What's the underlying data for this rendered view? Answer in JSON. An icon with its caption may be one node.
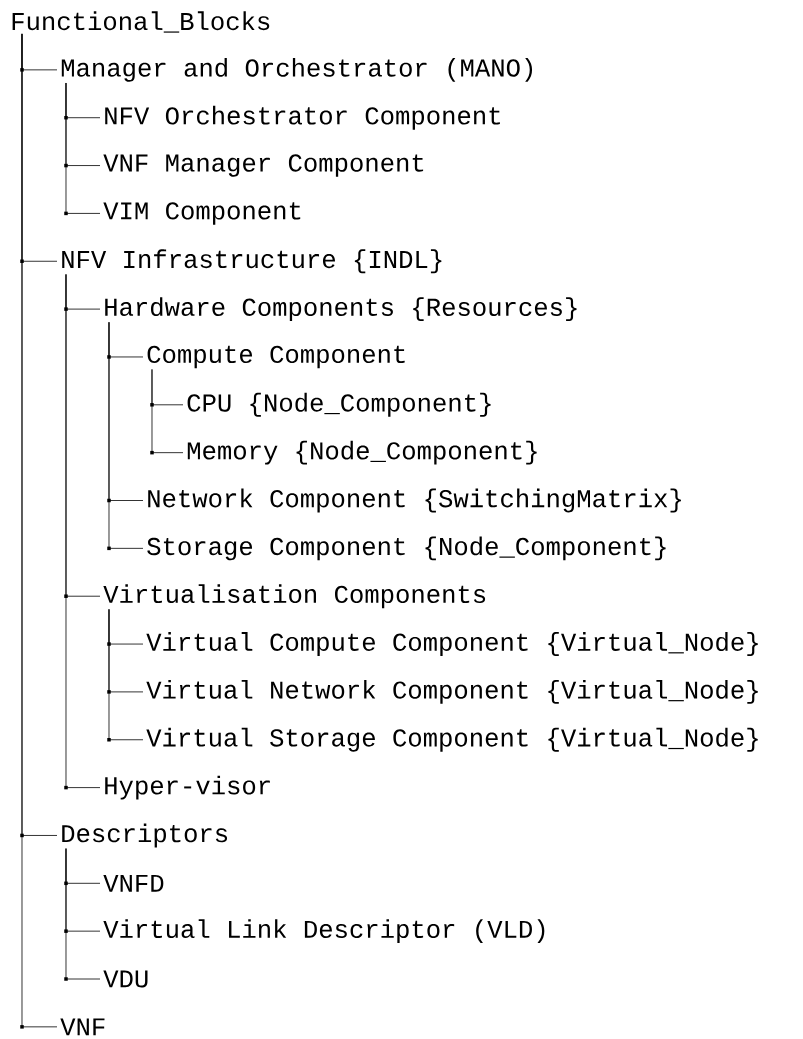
{
  "diagram": {
    "nodes": [
      {
        "text": [
          "Functional_Blocks"
        ]
      },
      {
        "text": [
          "Manager and Orchestrator (MANO)"
        ]
      },
      {
        "text": [
          "NFV Orchestrator Component"
        ]
      },
      {
        "text": [
          "VNF Manager Component"
        ]
      },
      {
        "text": [
          "VIM Component"
        ]
      },
      {
        "text": [
          "NFV Infrastructure {INDL}"
        ]
      },
      {
        "text": [
          "Hardware Components {Resources}"
        ]
      },
      {
        "text": [
          "Compute Component"
        ]
      },
      {
        "text": [
          "CPU {Node_Component}"
        ]
      },
      {
        "text": [
          "Memory {Node_Component}"
        ]
      },
      {
        "text": [
          "Network Component {SwitchingMatrix}"
        ]
      },
      {
        "text": [
          "Storage Component {Node_Component}"
        ]
      },
      {
        "text": [
          "Virtualisation Components"
        ]
      },
      {
        "text": [
          "Virtual Compute Component {Virtual_Node}"
        ]
      },
      {
        "text": [
          "Virtual Network Component {Virtual_Node}"
        ]
      },
      {
        "text": [
          "Virtual Storage Component {Virtual_Node}"
        ]
      },
      {
        "text": [
          "Hyper-visor"
        ]
      },
      {
        "text": [
          "Descriptors"
        ]
      },
      {
        "text": [
          "VNFD"
        ]
      },
      {
        "text": [
          "Virtual Link Descriptor (VLD)"
        ]
      },
      {
        "text": [
          "VDU"
        ]
      },
      {
        "text": [
          "VNF"
        ]
      }
    ],
    "edges": [
      {
        "from": 0,
        "to": 1,
        "arrow": "none"
      },
      {
        "from": 1,
        "to": 2,
        "arrow": "none"
      },
      {
        "from": 1,
        "to": 3,
        "arrow": "none"
      },
      {
        "from": 1,
        "to": 4,
        "arrow": "none"
      },
      {
        "from": 0,
        "to": 5,
        "arrow": "none"
      },
      {
        "from": 5,
        "to": 6,
        "arrow": "none"
      },
      {
        "from": 6,
        "to": 7,
        "arrow": "none"
      },
      {
        "from": 7,
        "to": 8,
        "arrow": "none"
      },
      {
        "from": 7,
        "to": 9,
        "arrow": "none"
      },
      {
        "from": 6,
        "to": 10,
        "arrow": "none"
      },
      {
        "from": 6,
        "to": 11,
        "arrow": "none"
      },
      {
        "from": 5,
        "to": 12,
        "arrow": "none"
      },
      {
        "from": 12,
        "to": 13,
        "arrow": "none"
      },
      {
        "from": 12,
        "to": 14,
        "arrow": "none"
      },
      {
        "from": 12,
        "to": 15,
        "arrow": "none"
      },
      {
        "from": 5,
        "to": 16,
        "arrow": "none"
      },
      {
        "from": 0,
        "to": 17,
        "arrow": "none"
      },
      {
        "from": 17,
        "to": 18,
        "arrow": "none"
      },
      {
        "from": 17,
        "to": 19,
        "arrow": "none"
      },
      {
        "from": 17,
        "to": 20,
        "arrow": "none"
      },
      {
        "from": 0,
        "to": 21,
        "arrow": "none"
      }
    ]
  }
}
